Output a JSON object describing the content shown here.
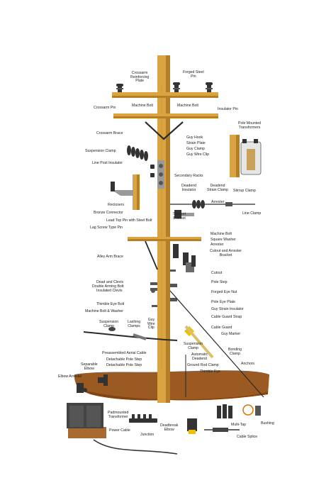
{
  "colors": {
    "wood": "#d9a441",
    "wood_dark": "#b57f28",
    "soil": "#9a5a22",
    "soil_dark": "#7c4518",
    "metal": "#8c8c8c",
    "insulator": "#333333",
    "line": "#2a2a2a",
    "label": "#222222"
  },
  "labels": {
    "crossarm_reinforcing_plate": "Crossarm\nReinforcing\nPlate",
    "forged_steel_pin": "Forged Steel\nPin",
    "crossarm_pin": "Crossarm Pin",
    "machine_bolt_1": "Machine Bolt",
    "machine_bolt_2": "Machine Bolt",
    "insulator_pin": "Insulator Pin",
    "pole_mounted_transformers": "Pole Mounted\nTransformers",
    "crossarm_brace": "Crossarm Brace",
    "guy_hook": "Guy Hook",
    "strain_plate": "Strain Plate",
    "guy_clamp": "Guy Clamp",
    "guy_wire_clip_top": "Guy Wire Clip",
    "suspension_clamp_top": "Suspension Clamp",
    "line_post_insulator": "Line Post Insulator",
    "secondary_racks": "Secondary Racks",
    "deadend_insulator": "Deadend\nInsulator",
    "deadend_strain_clamp": "Deadend\nStrain Clamp",
    "stirrup_clamp": "Stirrup Clamp",
    "reclosers": "Reclosers",
    "bronze_connector": "Bronze Connector",
    "arrester_top": "Arrester",
    "line_clamp": "Line Clamp",
    "support_bracket": "Support\nBracket",
    "lead_top_pin": "Lead Top Pin with Steel Bolt",
    "lag_screw_type_pin": "Lag Screw Type Pin",
    "machine_bolt_3": "Machine Bolt",
    "square_washer": "Square Washer",
    "arrester_mid": "Arrester",
    "alley_arm_brace": "Alley Arm Brace",
    "cutout_and_arrester_bracket": "Cutout and Arrester\nBracket",
    "cutout": "Cutout",
    "dead_and_clevis": "Dead and Clevis",
    "double_arming_bolt": "Double Arming Bolt",
    "insulated_clevis": "Insulated Clevis",
    "pole_step": "Pole Step",
    "forged_eye_nut": "Forged Eye Nut",
    "pole_eye_plate": "Pole Eye Plate",
    "thimble_eye_bolt": "Thimble Eye Bolt",
    "guy_strain_insulator": "Guy Strain Insulator",
    "machine_bolt_washer": "Machine Bolt & Washer",
    "cable_guard_strap": "Cable Guard Strap",
    "suspension_clamp_mid": "Suspension\nClamp",
    "lashing_clamps": "Lashing\nClamps",
    "guy_wire_clip_mid": "Guy\nWire\nClip",
    "cable_guard": "Cable Guard",
    "guy_marker": "Guy Marker",
    "preassembled_aerial_cable": "Preassembled Aerial Cable",
    "suspension_clamp_low": "Suspension\nClamp",
    "bonding_clamp": "Bonding\nClamp",
    "automatic_deadend": "Automatic\nDeadend",
    "detachable_pole_step": "Detachable Pole Step",
    "detachable_pole_step_2": "Detachable Pole Step",
    "separable_elbow": "Separable\nElbow",
    "anchors": "Anchors",
    "ground_rod_clamp": "Ground Rod Clamp",
    "thimble_eye": "Thimble Eye",
    "elbow_arrester": "Elbow Arrester",
    "padmounted_transformer": "Padmounted\nTransformer",
    "deadbreak_elbow": "Deadbreak\nElbow",
    "multi_tap": "Multi-Tap",
    "bushing": "Bushing",
    "power_cable": "Power Cable",
    "junction": "Junction",
    "cable_splice": "Cable Splice"
  }
}
